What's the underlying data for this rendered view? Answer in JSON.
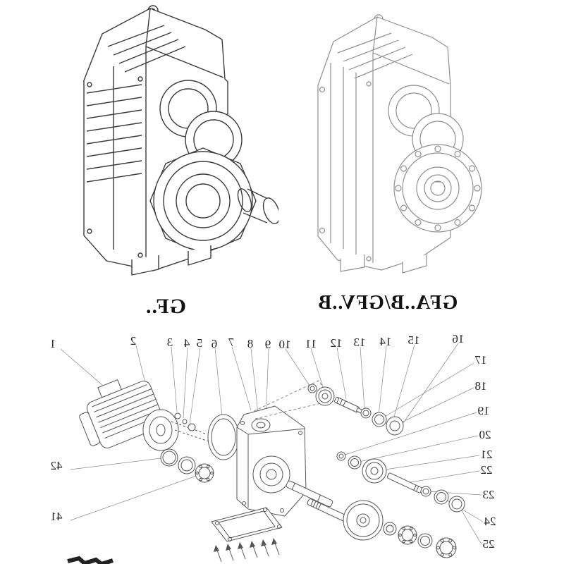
{
  "page": {
    "background": "#ffffff",
    "text_mirrored": true
  },
  "models": {
    "left_label": "GF..",
    "right_label": "GFA..B/GFV..B"
  },
  "exploded": {
    "top": [
      "1",
      "2",
      "3",
      "4",
      "5",
      "6",
      "7",
      "8",
      "9",
      "10",
      "11",
      "12",
      "13",
      "14",
      "15",
      "16"
    ],
    "right": [
      "17",
      "18",
      "19",
      "20",
      "21",
      "22",
      "23",
      "24",
      "25"
    ],
    "left": [
      "42",
      "41"
    ]
  },
  "colors": {
    "line_dark": "#3a3a3a",
    "line_light": "#8f8f8f",
    "text": "#1a1a1a"
  }
}
